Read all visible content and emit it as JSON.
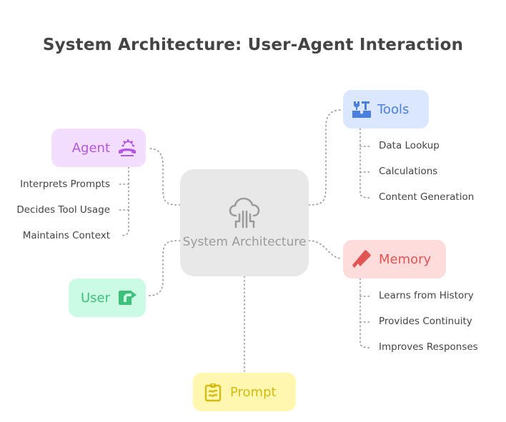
{
  "title": "System Architecture: User-Agent Interaction",
  "center": {
    "label": "System Architecture",
    "icon": "cloud-circuit-icon",
    "color": "#9b9b9b",
    "bg": "#e8e8e8"
  },
  "nodes": {
    "agent": {
      "label": "Agent",
      "icon": "user-gear-icon",
      "color": "#b356e2",
      "bg": "#f3deff",
      "items": [
        "Interprets Prompts",
        "Decides Tool Usage",
        "Maintains Context"
      ]
    },
    "tools": {
      "label": "Tools",
      "icon": "toolbox-icon",
      "color": "#4a7fe0",
      "bg": "#dae7ff",
      "items": [
        "Data Lookup",
        "Calculations",
        "Content Generation"
      ]
    },
    "memory": {
      "label": "Memory",
      "icon": "bookmark-icon",
      "color": "#e05454",
      "bg": "#ffdcdc",
      "items": [
        "Learns from History",
        "Provides Continuity",
        "Improves Responses"
      ]
    },
    "user": {
      "label": "User",
      "icon": "share-square-icon",
      "color": "#3cc07c",
      "bg": "#cbfbe4"
    },
    "prompt": {
      "label": "Prompt",
      "icon": "clipboard-icon",
      "color": "#d4bb10",
      "bg": "#fff6b0"
    }
  },
  "connector_color": "#999999"
}
